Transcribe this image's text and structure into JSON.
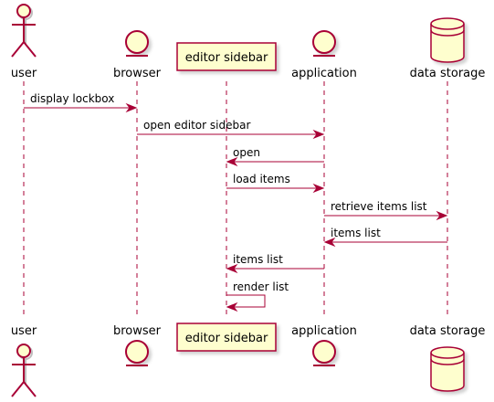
{
  "colors": {
    "line": "#A80036",
    "fill": "#FEFECE",
    "text": "#000000",
    "shadow": "#D9D9D9"
  },
  "participants": [
    {
      "id": "user",
      "label": "user",
      "type": "actor"
    },
    {
      "id": "browser",
      "label": "browser",
      "type": "entity"
    },
    {
      "id": "editor_sidebar",
      "label": "editor sidebar",
      "type": "participant"
    },
    {
      "id": "application",
      "label": "application",
      "type": "entity"
    },
    {
      "id": "data_storage",
      "label": "data storage",
      "type": "database"
    }
  ],
  "messages": [
    {
      "from": "user",
      "to": "browser",
      "label": "display lockbox"
    },
    {
      "from": "browser",
      "to": "application",
      "label": "open editor sidebar"
    },
    {
      "from": "application",
      "to": "editor_sidebar",
      "label": "open"
    },
    {
      "from": "editor_sidebar",
      "to": "application",
      "label": "load items"
    },
    {
      "from": "application",
      "to": "data_storage",
      "label": "retrieve items list"
    },
    {
      "from": "data_storage",
      "to": "application",
      "label": "items list"
    },
    {
      "from": "application",
      "to": "editor_sidebar",
      "label": "items list"
    },
    {
      "from": "editor_sidebar",
      "to": "editor_sidebar",
      "label": "render list"
    }
  ]
}
